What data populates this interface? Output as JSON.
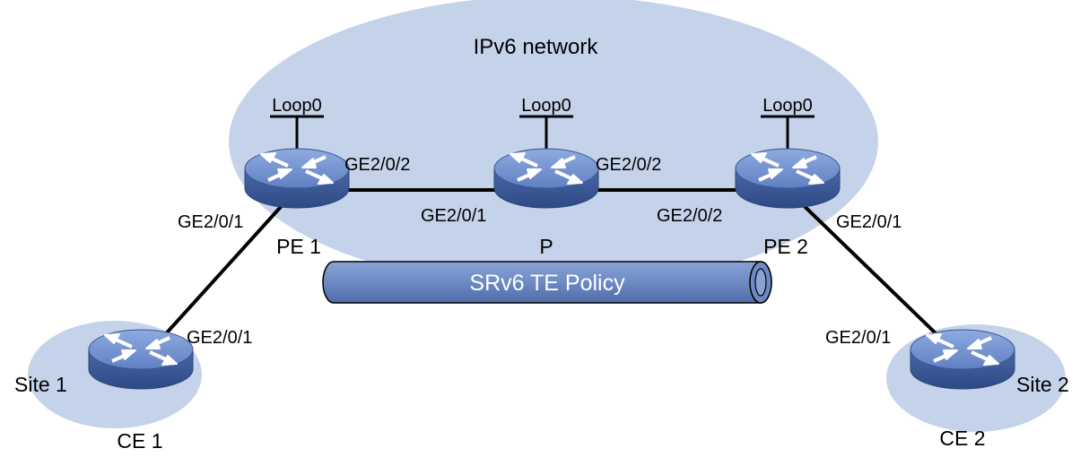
{
  "network": {
    "label": "IPv6 network",
    "fill": "#c5d3ea",
    "site_fill": "#c5d3ea"
  },
  "tunnel": {
    "label": "SRv6 TE Policy",
    "fill": "#6d8ac4"
  },
  "sites": {
    "site1": "Site 1",
    "site2": "Site 2"
  },
  "devices": {
    "pe1": {
      "name": "PE 1",
      "loop": "Loop0",
      "icon": "router-icon"
    },
    "p": {
      "name": "P",
      "loop": "Loop0",
      "icon": "router-icon"
    },
    "pe2": {
      "name": "PE 2",
      "loop": "Loop0",
      "icon": "router-icon"
    },
    "ce1": {
      "name": "CE 1",
      "icon": "router-icon"
    },
    "ce2": {
      "name": "CE 2",
      "icon": "router-icon"
    }
  },
  "interfaces": {
    "pe1_to_p": "GE2/0/2",
    "p_from_pe1": "GE2/0/1",
    "p_to_pe2": "GE2/0/2",
    "pe2_from_p": "GE2/0/2",
    "pe1_to_ce1": "GE2/0/1",
    "ce1_to_pe1": "GE2/0/1",
    "pe2_to_ce2": "GE2/0/1",
    "ce2_to_pe2": "GE2/0/1"
  },
  "colors": {
    "router_top": "#6f8fcf",
    "router_side": "#3c5a9a",
    "link": "#000000"
  }
}
